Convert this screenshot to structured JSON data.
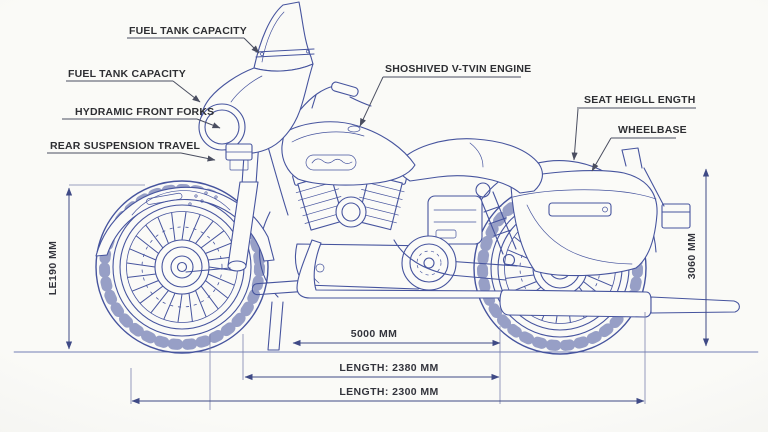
{
  "labels": {
    "fuel_tank_top": "FUEL TANK CAPACITY",
    "fuel_tank_left": "FUEL TANK CAPACITY",
    "front_forks": "HYDRAMIC FRONT FORKS",
    "rear_suspension": "REAR SUSPENSION TRAVEL",
    "engine": "SHOSHIVED V-TVIN ENGINE",
    "seat_height": "SEAT HEIGLL ENGTH",
    "wheelbase": "WHEELBASE"
  },
  "dimensions": {
    "front_height": "LE190 MM",
    "overall_height": "3060 MM",
    "upper_length": "5000 MM",
    "inner_length": "LENGTH: 2380 MM",
    "overall_length": "LENGTH: 2300 MM"
  },
  "colors": {
    "blueprint_line": "#46549e",
    "label_text": "#2e2f33",
    "dimension_text": "#33343c",
    "background": "#f7f7f4"
  }
}
